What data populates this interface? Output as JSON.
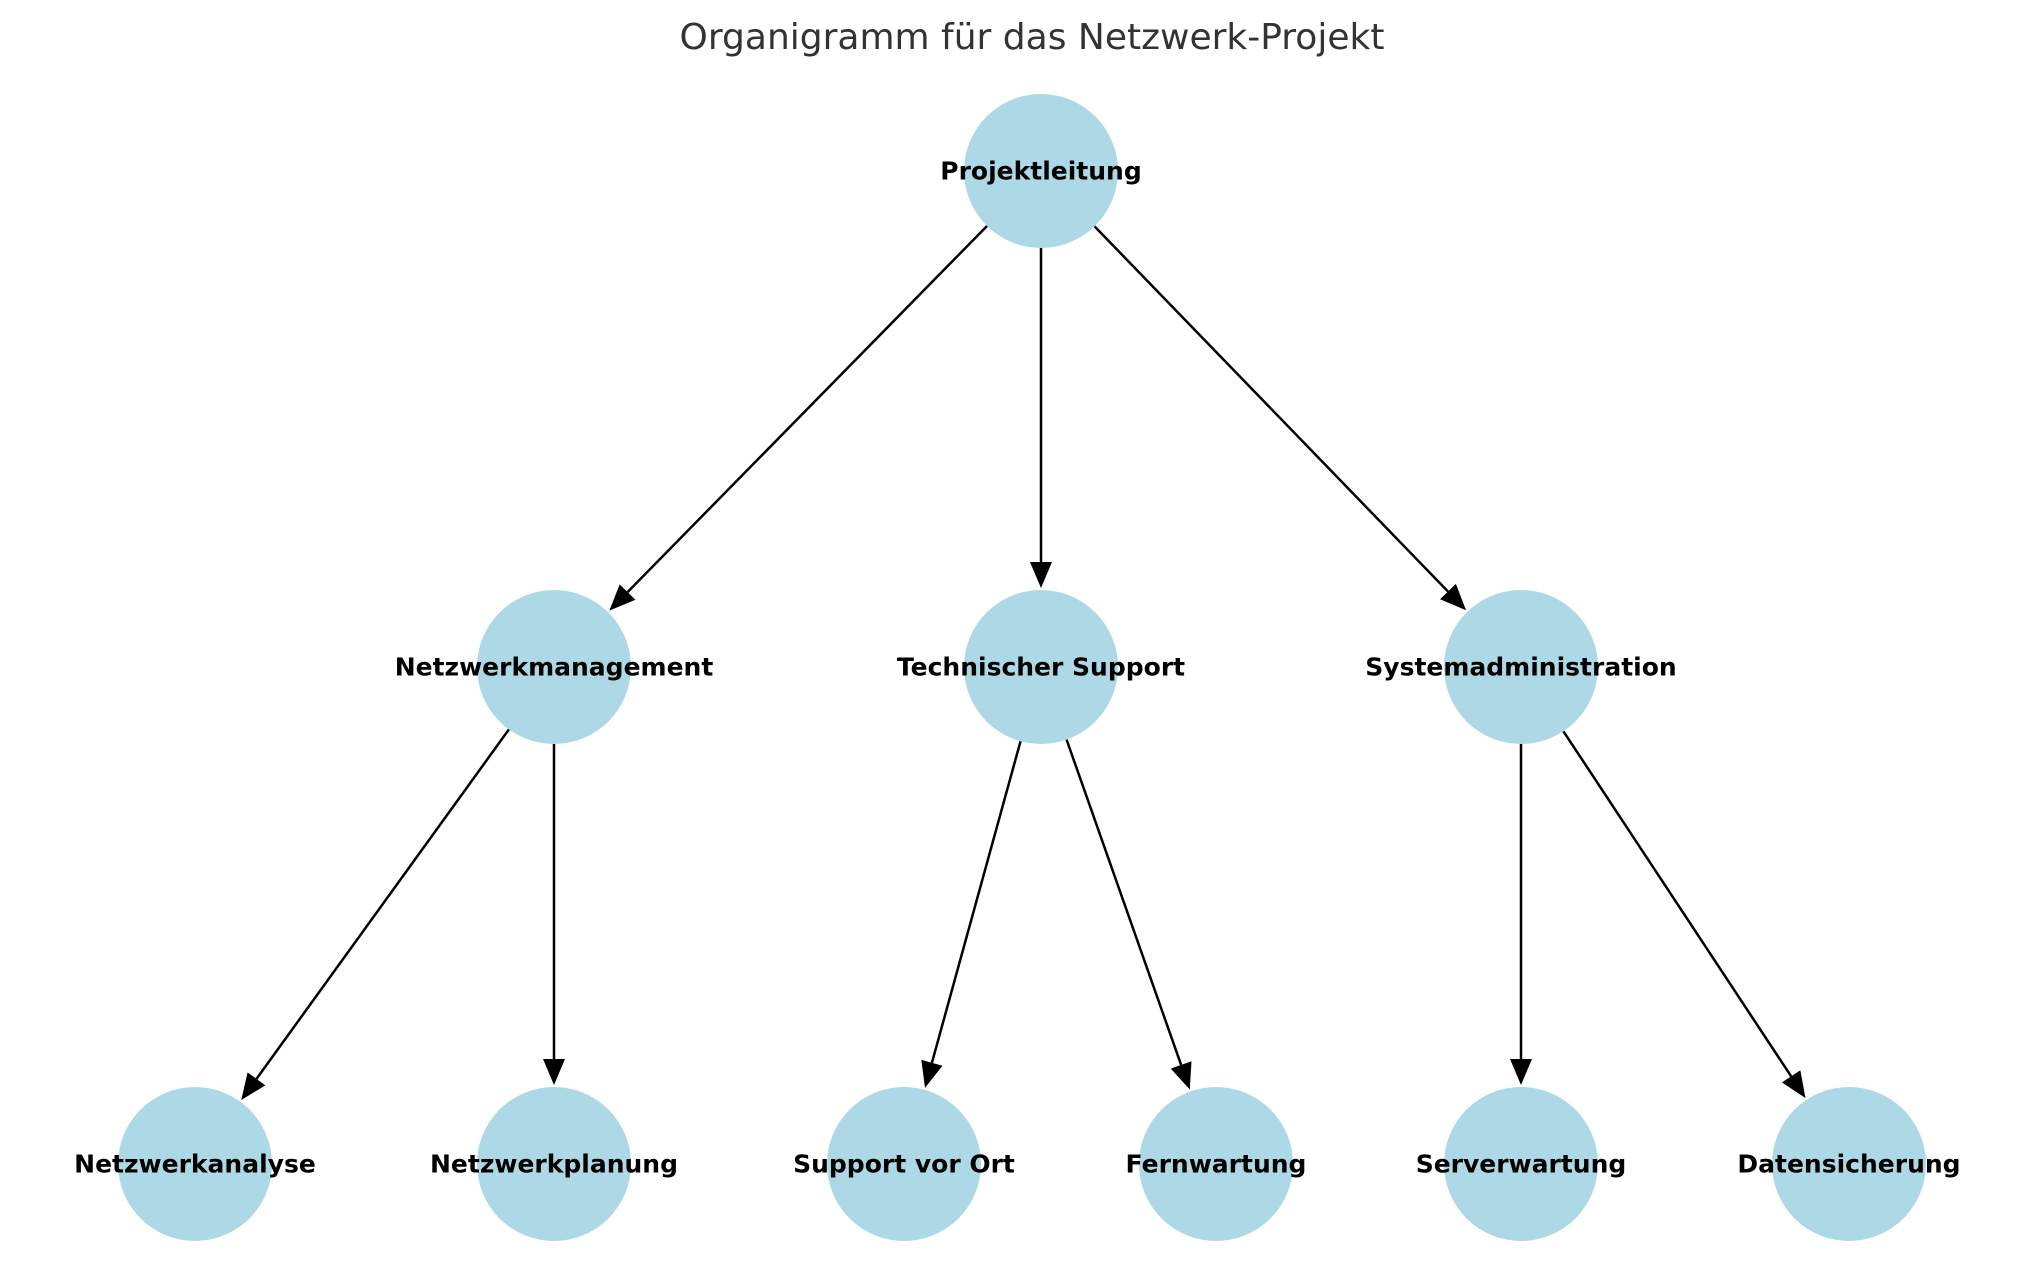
{
  "title": "Organigramm für das Netzwerk-Projekt",
  "colors": {
    "node_fill": "#add8e6",
    "edge": "#000000",
    "title": "#333333"
  },
  "nodes": [
    {
      "id": "projektleitung",
      "label": "Projektleitung"
    },
    {
      "id": "netzwerkmanagement",
      "label": "Netzwerkmanagement"
    },
    {
      "id": "technischer-support",
      "label": "Technischer Support"
    },
    {
      "id": "systemadministration",
      "label": "Systemadministration"
    },
    {
      "id": "netzwerkanalyse",
      "label": "Netzwerkanalyse"
    },
    {
      "id": "netzwerkplanung",
      "label": "Netzwerkplanung"
    },
    {
      "id": "support-vor-ort",
      "label": "Support vor Ort"
    },
    {
      "id": "fernwartung",
      "label": "Fernwartung"
    },
    {
      "id": "serverwartung",
      "label": "Serverwartung"
    },
    {
      "id": "datensicherung",
      "label": "Datensicherung"
    }
  ],
  "edges": [
    {
      "from": "projektleitung",
      "to": "netzwerkmanagement"
    },
    {
      "from": "projektleitung",
      "to": "technischer-support"
    },
    {
      "from": "projektleitung",
      "to": "systemadministration"
    },
    {
      "from": "netzwerkmanagement",
      "to": "netzwerkanalyse"
    },
    {
      "from": "netzwerkmanagement",
      "to": "netzwerkplanung"
    },
    {
      "from": "technischer-support",
      "to": "support-vor-ort"
    },
    {
      "from": "technischer-support",
      "to": "fernwartung"
    },
    {
      "from": "systemadministration",
      "to": "serverwartung"
    },
    {
      "from": "systemadministration",
      "to": "datensicherung"
    }
  ]
}
